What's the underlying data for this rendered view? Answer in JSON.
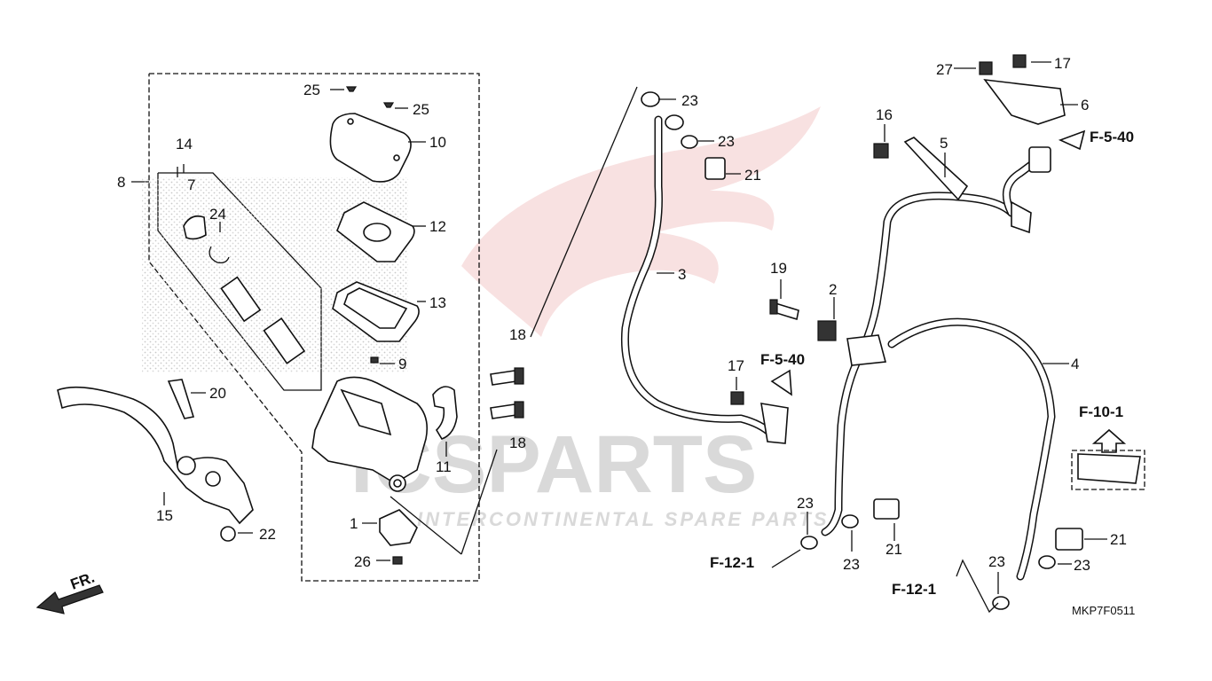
{
  "watermark": {
    "brand": "ICSPARTS",
    "tagline": "INTERCONTINENTAL SPARE PARTS",
    "color": "#e8a0a0"
  },
  "callouts": {
    "p1": "1",
    "p2": "2",
    "p3": "3",
    "p4": "4",
    "p5": "5",
    "p6": "6",
    "p7": "7",
    "p8": "8",
    "p9": "9",
    "p10": "10",
    "p11": "11",
    "p12": "12",
    "p13": "13",
    "p14": "14",
    "p15": "15",
    "p16": "16",
    "p17a": "17",
    "p17b": "17",
    "p18a": "18",
    "p18b": "18",
    "p19": "19",
    "p20": "20",
    "p21a": "21",
    "p21b": "21",
    "p21c": "21",
    "p22": "22",
    "p23a": "23",
    "p23b": "23",
    "p23c": "23",
    "p23d": "23",
    "p23e": "23",
    "p23f": "23",
    "p24": "24",
    "p25a": "25",
    "p25b": "25",
    "p26": "26",
    "p27": "27"
  },
  "references": {
    "f540_top": "F-5-40",
    "f540_mid": "F-5-40",
    "f101": "F-10-1",
    "f121_left": "F-12-1",
    "f121_right": "F-12-1"
  },
  "direction": "FR.",
  "diagram_code": "MKP7F0511"
}
